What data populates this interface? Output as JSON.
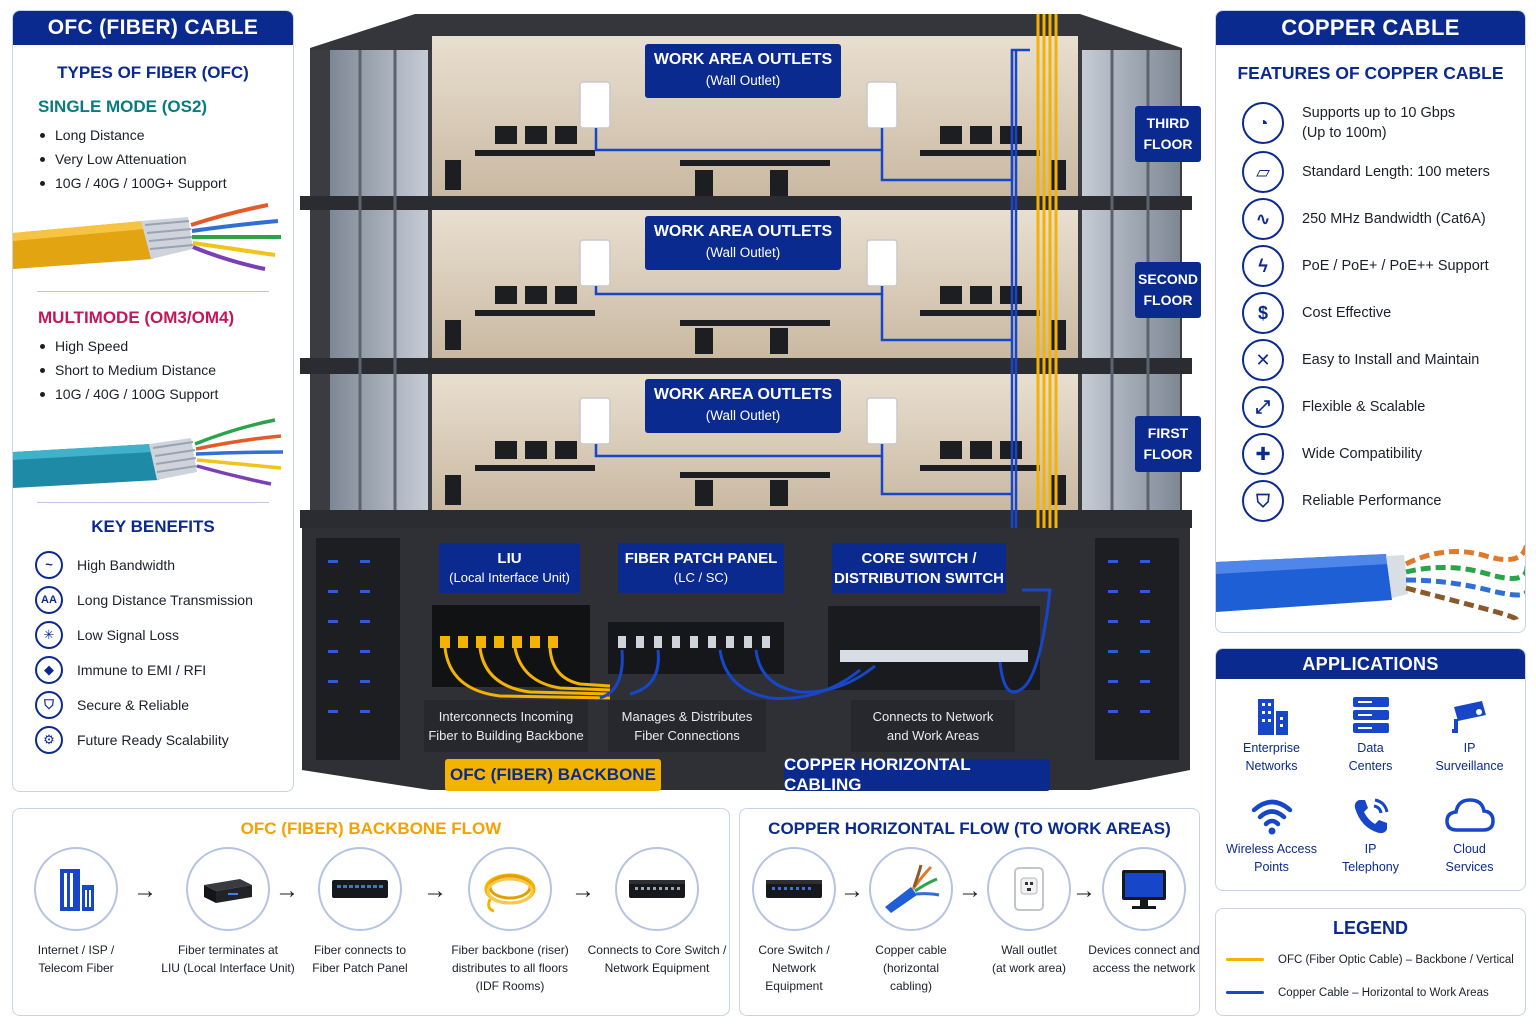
{
  "left": {
    "header": "OFC (FIBER) CABLE",
    "types_title": "TYPES OF FIBER (OFC)",
    "single_mode": {
      "title": "SINGLE MODE (OS2)",
      "color": "#0a7a82",
      "bullets": [
        "Long Distance",
        "Very Low Attenuation",
        "10G / 40G / 100G+ Support"
      ]
    },
    "multimode": {
      "title": "MULTIMODE (OM3/OM4)",
      "color": "#c2185b",
      "bullets": [
        "High Speed",
        "Short to Medium Distance",
        "10G / 40G / 100G Support"
      ]
    },
    "benefits_title": "KEY BENEFITS",
    "benefits": [
      {
        "icon": "bandwidth-icon",
        "label": "High Bandwidth"
      },
      {
        "icon": "distance-icon",
        "label": "Long Distance Transmission"
      },
      {
        "icon": "signal-icon",
        "label": "Low Signal Loss"
      },
      {
        "icon": "emi-shield-icon",
        "label": "Immune to EMI / RFI"
      },
      {
        "icon": "secure-shield-icon",
        "label": "Secure & Reliable"
      },
      {
        "icon": "gear-icon",
        "label": "Future Ready Scalability"
      }
    ]
  },
  "building": {
    "floors": [
      {
        "label": "THIRD\nFLOOR",
        "outlet_title": "WORK AREA OUTLETS",
        "outlet_sub": "(Wall Outlet)"
      },
      {
        "label": "SECOND\nFLOOR",
        "outlet_title": "WORK AREA OUTLETS",
        "outlet_sub": "(Wall Outlet)"
      },
      {
        "label": "FIRST\nFLOOR",
        "outlet_title": "WORK AREA OUTLETS",
        "outlet_sub": "(Wall Outlet)"
      }
    ],
    "devices": [
      {
        "title": "LIU",
        "sub": "(Local Interface Unit)",
        "desc": "Interconnects Incoming\nFiber to Building Backbone"
      },
      {
        "title": "FIBER PATCH PANEL",
        "sub": "(LC / SC)",
        "desc": "Manages & Distributes\nFiber Connections"
      },
      {
        "title": "CORE SWITCH /",
        "sub": "DISTRIBUTION SWITCH",
        "desc": "Connects to Network\nand Work Areas"
      }
    ],
    "fiber_backbone_tag": "OFC (FIBER) BACKBONE",
    "copper_tag": "COPPER HORIZONTAL CABLING"
  },
  "copper": {
    "header": "COPPER CABLE",
    "features_title": "FEATURES OF COPPER CABLE",
    "features": [
      {
        "icon": "speedometer-icon",
        "label": "Supports up to 10 Gbps\n(Up to 100m)"
      },
      {
        "icon": "ruler-icon",
        "label": "Standard Length: 100 meters"
      },
      {
        "icon": "waveform-icon",
        "label": "250 MHz Bandwidth (Cat6A)"
      },
      {
        "icon": "poe-plug-icon",
        "label": "PoE / PoE+ / PoE++ Support"
      },
      {
        "icon": "dollar-icon",
        "label": "Cost Effective"
      },
      {
        "icon": "tools-icon",
        "label": "Easy to Install and Maintain"
      },
      {
        "icon": "expand-arrows-icon",
        "label": "Flexible & Scalable"
      },
      {
        "icon": "puzzle-icon",
        "label": "Wide Compatibility"
      },
      {
        "icon": "shield-icon",
        "label": "Reliable Performance"
      }
    ]
  },
  "applications": {
    "header": "APPLICATIONS",
    "items": [
      {
        "icon": "buildings-icon",
        "label": "Enterprise\nNetworks"
      },
      {
        "icon": "server-icon",
        "label": "Data\nCenters"
      },
      {
        "icon": "camera-icon",
        "label": "IP\nSurveillance"
      },
      {
        "icon": "wifi-icon",
        "label": "Wireless Access\nPoints"
      },
      {
        "icon": "phone-icon",
        "label": "IP\nTelephony"
      },
      {
        "icon": "cloud-icon",
        "label": "Cloud\nServices"
      }
    ]
  },
  "legend": {
    "title": "LEGEND",
    "items": [
      {
        "color": "#f5b301",
        "label": "OFC (Fiber Optic Cable) – Backbone / Vertical"
      },
      {
        "color": "#1746c9",
        "label": "Copper Cable – Horizontal to Work Areas"
      }
    ]
  },
  "fiber_flow": {
    "title": "OFC (FIBER) BACKBONE FLOW",
    "title_color": "#f5a200",
    "steps": [
      {
        "icon": "isp-building-icon",
        "label": "Internet / ISP /\nTelecom Fiber"
      },
      {
        "icon": "liu-box-icon",
        "label": "Fiber terminates at\nLIU (Local Interface Unit)"
      },
      {
        "icon": "patch-panel-icon",
        "label": "Fiber connects to\nFiber Patch Panel"
      },
      {
        "icon": "fiber-coil-icon",
        "label": "Fiber backbone (riser)\ndistributes to all floors\n(IDF Rooms)"
      },
      {
        "icon": "core-switch-icon",
        "label": "Connects to Core Switch /\nNetwork Equipment"
      }
    ]
  },
  "copper_flow": {
    "title": "COPPER HORIZONTAL FLOW (TO WORK AREAS)",
    "steps": [
      {
        "icon": "switch-icon",
        "label": "Core Switch /\nNetwork\nEquipment"
      },
      {
        "icon": "copper-cable-icon",
        "label": "Copper cable\n(horizontal\ncabling)"
      },
      {
        "icon": "wall-outlet-icon",
        "label": "Wall outlet\n(at work area)"
      },
      {
        "icon": "monitor-icon",
        "label": "Devices connect and\naccess the network"
      }
    ]
  }
}
